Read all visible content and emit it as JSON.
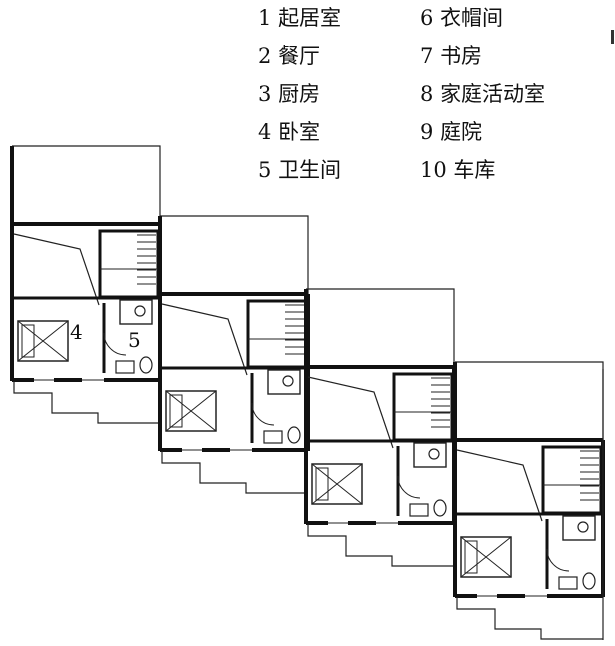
{
  "legend": [
    {
      "num": "1",
      "text": "起居室"
    },
    {
      "num": "2",
      "text": "餐厅"
    },
    {
      "num": "3",
      "text": "厨房"
    },
    {
      "num": "4",
      "text": "卧室"
    },
    {
      "num": "5",
      "text": "卫生间"
    },
    {
      "num": "6",
      "text": "衣帽间"
    },
    {
      "num": "7",
      "text": "书房"
    },
    {
      "num": "8",
      "text": "家庭活动室"
    },
    {
      "num": "9",
      "text": "庭院"
    },
    {
      "num": "10",
      "text": "车库"
    }
  ],
  "room_labels": {
    "bedroom": "4",
    "bathroom": "5"
  },
  "colors": {
    "wall": "#111111",
    "line": "#222222",
    "background": "#ffffff"
  }
}
